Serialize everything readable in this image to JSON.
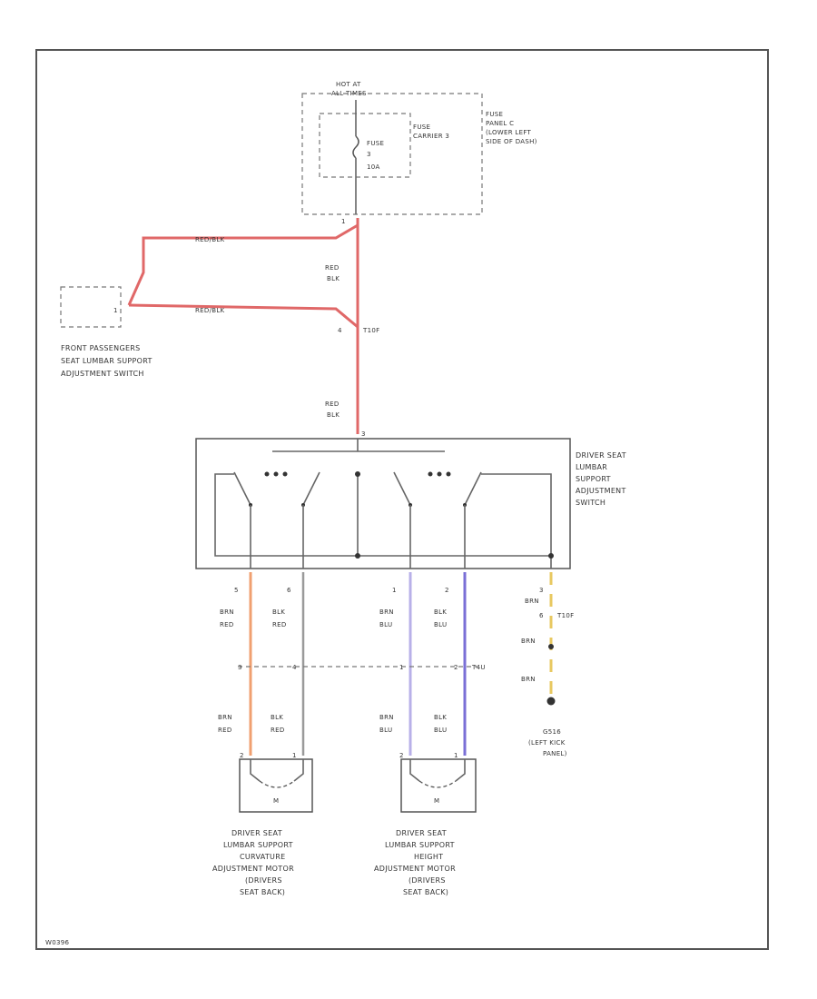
{
  "colors": {
    "red_blk": "#e06868",
    "brn_red": "#f0a070",
    "blk_red": "#9a9a9a",
    "brn_blu": "#b8b0e8",
    "blk_blu": "#7a6fd6",
    "brn": "#e8c860",
    "frame": "#555555"
  },
  "fuse_block": {
    "hot_line1": "HOT AT",
    "hot_line2": "ALL TIMES",
    "fuse_label": "FUSE",
    "fuse_number": "3",
    "fuse_amps": "10A",
    "carrier_line1": "FUSE",
    "carrier_line2": "CARRIER 3",
    "panel_line1": "FUSE",
    "panel_line2": "PANEL C",
    "panel_line3": "(LOWER LEFT",
    "panel_line4": "SIDE OF DASH)"
  },
  "wires": {
    "red_blk_line1": "RED/BLK",
    "red_blk_line2": "RED/BLK",
    "main_a1": "RED",
    "main_a2": "BLK",
    "splice_top_num": "1",
    "splice_mid_num": "4",
    "splice_mid_label": "T10F",
    "main_b1": "RED",
    "main_b2": "BLK",
    "pin_num": "3"
  },
  "passenger_switch": {
    "pin": "1",
    "line1": "FRONT PASSENGERS",
    "line2": "SEAT LUMBAR SUPPORT",
    "line3": "ADJUSTMENT SWITCH"
  },
  "driver_switch": {
    "line1": "DRIVER SEAT",
    "line2": "LUMBAR",
    "line3": "SUPPORT",
    "line4": "ADJUSTMENT",
    "line5": "SWITCH"
  },
  "pins": {
    "p1": "5",
    "p2": "6",
    "p3": "1",
    "p4": "2",
    "p5": "3"
  },
  "upper_wire_labels": {
    "w1a": "BRN",
    "w1b": "RED",
    "w2a": "BLK",
    "w2b": "RED",
    "w3a": "BRN",
    "w3b": "BLU",
    "w4a": "BLK",
    "w4b": "BLU",
    "w5": "BRN",
    "w5_conn_num": "6",
    "w5_conn": "T10F"
  },
  "connector_row": {
    "c1": "3",
    "c2": "4",
    "c3": "1",
    "c4": "2",
    "label": "T4U"
  },
  "ground": {
    "brn1": "BRN",
    "brn2": "BRN",
    "line1": "G516",
    "line2": "(LEFT KICK",
    "line3": "PANEL)"
  },
  "lower_wire_labels": {
    "w1a": "BRN",
    "w1b": "RED",
    "w2a": "BLK",
    "w2b": "RED",
    "w3a": "BRN",
    "w3b": "BLU",
    "w4a": "BLK",
    "w4b": "BLU"
  },
  "motor1": {
    "pin_a": "2",
    "pin_b": "1",
    "symbol": "M",
    "line1": "DRIVER SEAT",
    "line2": "LUMBAR SUPPORT",
    "line3": "CURVATURE",
    "line4": "ADJUSTMENT MOTOR",
    "line5": "(DRIVERS",
    "line6": "SEAT BACK)"
  },
  "motor2": {
    "pin_a": "2",
    "pin_b": "1",
    "symbol": "M",
    "line1": "DRIVER SEAT",
    "line2": "LUMBAR SUPPORT",
    "line3": "HEIGHT",
    "line4": "ADJUSTMENT MOTOR",
    "line5": "(DRIVERS",
    "line6": "SEAT BACK)"
  },
  "footer_code": "W0396"
}
